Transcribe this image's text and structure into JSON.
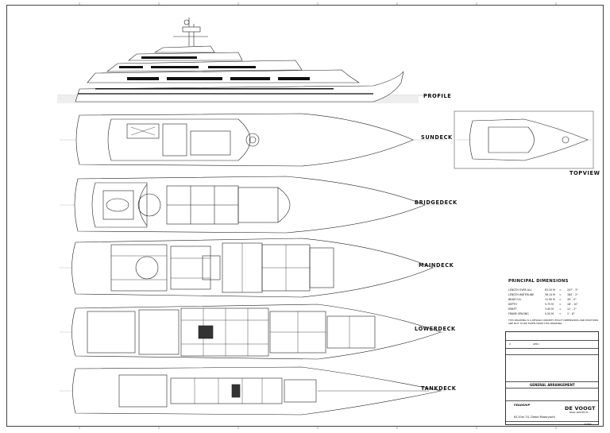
{
  "decks": {
    "profile": "PROFILE",
    "sundeck": "SUNDECK",
    "topview": "TOPVIEW",
    "bridgedeck": "BRIDGEDECK",
    "maindeck": "MAINDECK",
    "lowerdeck": "LOWERDECK",
    "tankdeck": "TANKDECK"
  },
  "dimensions": {
    "title": "PRINCIPAL DIMENSIONS",
    "rows": [
      {
        "label": "LENGTH OVER ALL",
        "metric": "63.20 M",
        "sep": "=",
        "imperial": "207' - 3\""
      },
      {
        "label": "LENGTH WATERLINE",
        "metric": "56.14 M",
        "sep": "=",
        "imperial": "184' - 2\""
      },
      {
        "label": "BEAM O.A.",
        "metric": "11.90 M",
        "sep": "=",
        "imperial": "39' - 0\""
      },
      {
        "label": "DEPTH",
        "metric": "5.75 M",
        "sep": "=",
        "imperial": "18' - 10\""
      },
      {
        "label": "DRAFT",
        "metric": "3.40 M",
        "sep": "=",
        "imperial": "11' - 2\""
      },
      {
        "label": "FRAME SPACING",
        "metric": "0.50 M",
        "sep": "=",
        "imperial": "1' - 8\""
      }
    ],
    "note": "THIS DRAWING IS A DESIGN CONCEPT. EXACT DIMENSIONS AND POSITIONS ARE NOT TO BE TAKEN FROM THIS DRAWING."
  },
  "title_block": {
    "heading": "GENERAL ARRANGEMENT",
    "revision": "APD-I",
    "rev_number": "2",
    "yacht_logo": "FEADSHIP",
    "yacht_name": "63.20m T.S. Diesel Motoryacht",
    "brand": "DE VOOGT",
    "brand_sub": "NAVAL ARCHITECTS",
    "drawing_no": "30888"
  }
}
